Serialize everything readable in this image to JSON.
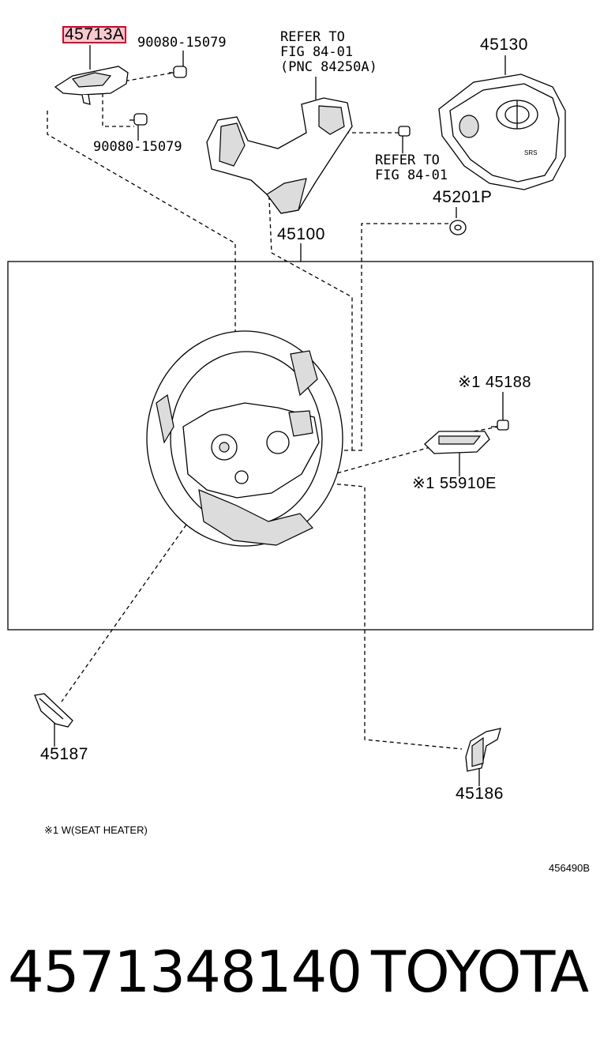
{
  "parts": {
    "p45713a": "45713A",
    "p90080_top": "90080-15079",
    "p90080_bottom": "90080-15079",
    "refer1": [
      "REFER TO",
      "FIG 84-01",
      "(PNC 84250A)"
    ],
    "p45130": "45130",
    "refer2": [
      "REFER TO",
      "FIG 84-01"
    ],
    "p45201p": "45201P",
    "p45100": "45100",
    "p45188": "※1 45188",
    "p55910e": "※1 55910E",
    "p45187": "45187",
    "p45186": "45186"
  },
  "note": "※1 W(SEAT HEATER)",
  "diagram_code": "456490B",
  "footer": {
    "part_number": "4571348140",
    "brand": "TOYOTA"
  },
  "colors": {
    "highlight_border": "#d4002a",
    "highlight_fill": "#f6c9cf"
  }
}
